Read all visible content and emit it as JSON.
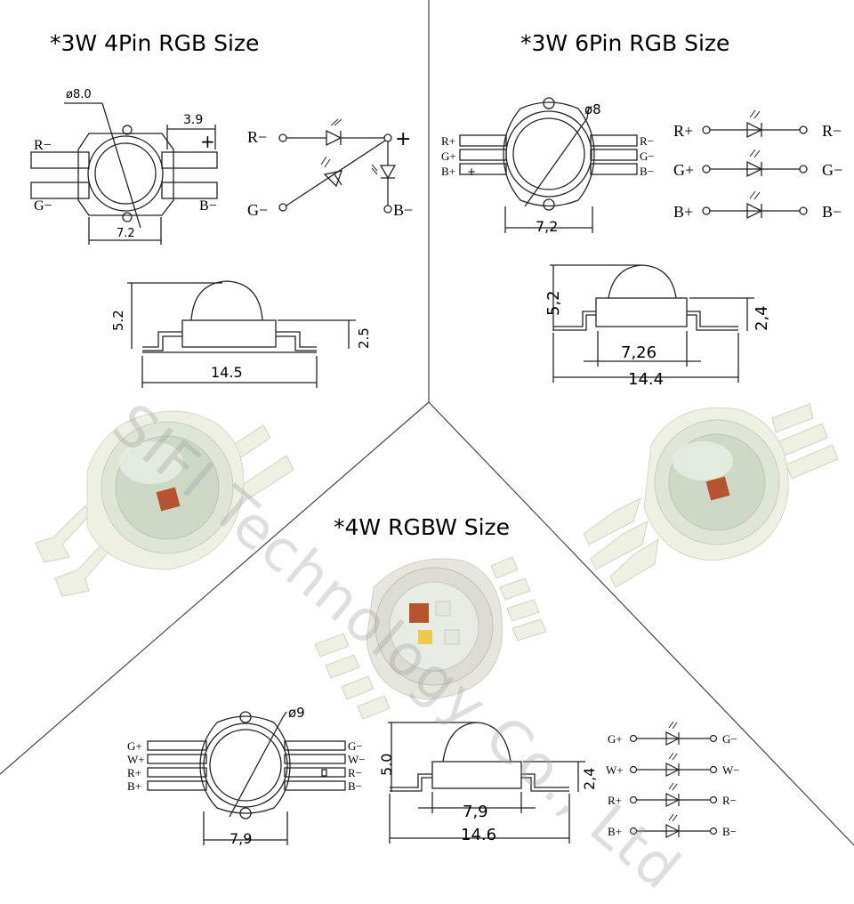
{
  "titles": {
    "t1": "*3W 4Pin RGB Size",
    "t2": "*3W 6Pin RGB Size",
    "t3": "*4W RGBW Size"
  },
  "watermark": "SIFI Technology Co., Ltd",
  "d1": {
    "dia": "ø8.0",
    "w39": "3.9",
    "w72": "7.2",
    "h52": "5.2",
    "h25": "2.5",
    "w145": "14.5",
    "rminus": "R−",
    "gminus": "G−",
    "bminus": "B−",
    "plus": "+"
  },
  "d1s": {
    "r": "R−",
    "g": "G−",
    "plus": "+",
    "b": "B−"
  },
  "d2": {
    "dia": "ø8",
    "w72": "7,2",
    "h52": "5,2",
    "h24": "2,4",
    "w726": "7,26",
    "w144": "14.4",
    "lr": "R+",
    "lg": "G+",
    "lb": "B+",
    "rr": "R−",
    "rg": "G−",
    "rb": "B−",
    "plus": "+"
  },
  "d2s": {
    "r1": "R+",
    "r2": "R−",
    "g1": "G+",
    "g2": "G−",
    "b1": "B+",
    "b2": "B−"
  },
  "d3": {
    "dia": "ø9",
    "w79": "7,9",
    "h50": "5.0",
    "h24": "2,4",
    "w79b": "7,9",
    "w146": "14.6",
    "l1": "G+",
    "l2": "W+",
    "l3": "R+",
    "l4": "B+",
    "r1": "G−",
    "r2": "W−",
    "r3": "R−",
    "r4": "B−"
  },
  "d3s": {
    "g1": "G+",
    "g2": "G−",
    "w1": "W+",
    "w2": "W−",
    "r1": "R+",
    "r2": "R−",
    "b1": "B+",
    "b2": "B−"
  },
  "colors": {
    "line": "#333333",
    "bodyCream": "#eeeee4",
    "chipRed": "#b5542f",
    "chipYellow": "#f2c94c"
  }
}
